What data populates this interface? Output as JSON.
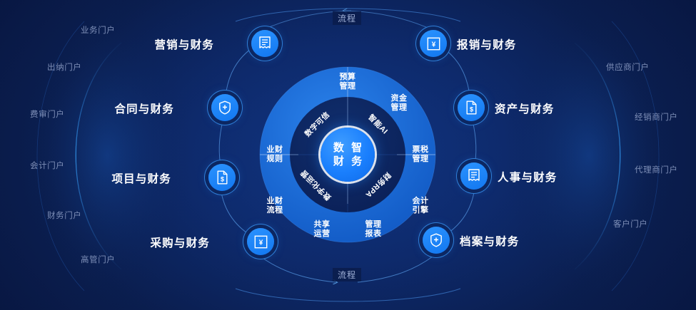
{
  "theme": {
    "bg_deep": "#081640",
    "bg_mid": "#0d2766",
    "ring_outer_fill": "#1565d8",
    "ring_inner_fill": "#0b2566",
    "accent": "#1a7ffd",
    "node_blue": "#2b93ff",
    "portal_text": "#7f90b8"
  },
  "center": {
    "line1": "数 智",
    "line2": "财 务"
  },
  "flow": {
    "top_label": "流程",
    "bottom_label": "流程"
  },
  "inner_ring": [
    {
      "label": "数字可信",
      "angle": -45
    },
    {
      "label": "智能AI",
      "angle": 45
    },
    {
      "label": "财务RPA",
      "angle": 135
    },
    {
      "label": "数字化运营",
      "angle": 225
    }
  ],
  "outer_ring": [
    {
      "line1": "预算",
      "line2": "管理"
    },
    {
      "line1": "资金",
      "line2": "管理"
    },
    {
      "line1": "票税",
      "line2": "管理"
    },
    {
      "line1": "会计",
      "line2": "引擎"
    },
    {
      "line1": "管理",
      "line2": "报表"
    },
    {
      "line1": "共享",
      "line2": "运营"
    },
    {
      "line1": "业财",
      "line2": "流程"
    },
    {
      "line1": "业财",
      "line2": "规则"
    }
  ],
  "nodes_left": [
    {
      "label": "营销与财务",
      "icon": "receipt-icon"
    },
    {
      "label": "合同与财务",
      "icon": "shield-plus-icon"
    },
    {
      "label": "项目与财务",
      "icon": "document-dollar-icon"
    },
    {
      "label": "采购与财务",
      "icon": "yen-square-icon"
    }
  ],
  "nodes_right": [
    {
      "label": "报销与财务",
      "icon": "yen-square-icon"
    },
    {
      "label": "资产与财务",
      "icon": "document-dollar-icon"
    },
    {
      "label": "人事与财务",
      "icon": "receipt-icon"
    },
    {
      "label": "档案与财务",
      "icon": "shield-plus-icon"
    }
  ],
  "portals_left": [
    "业务门户",
    "出纳门户",
    "费审门户",
    "会计门户",
    "财务门户",
    "高管门户"
  ],
  "portals_right": [
    "供应商门户",
    "经销商门户",
    "代理商门户",
    "客户门户"
  ]
}
